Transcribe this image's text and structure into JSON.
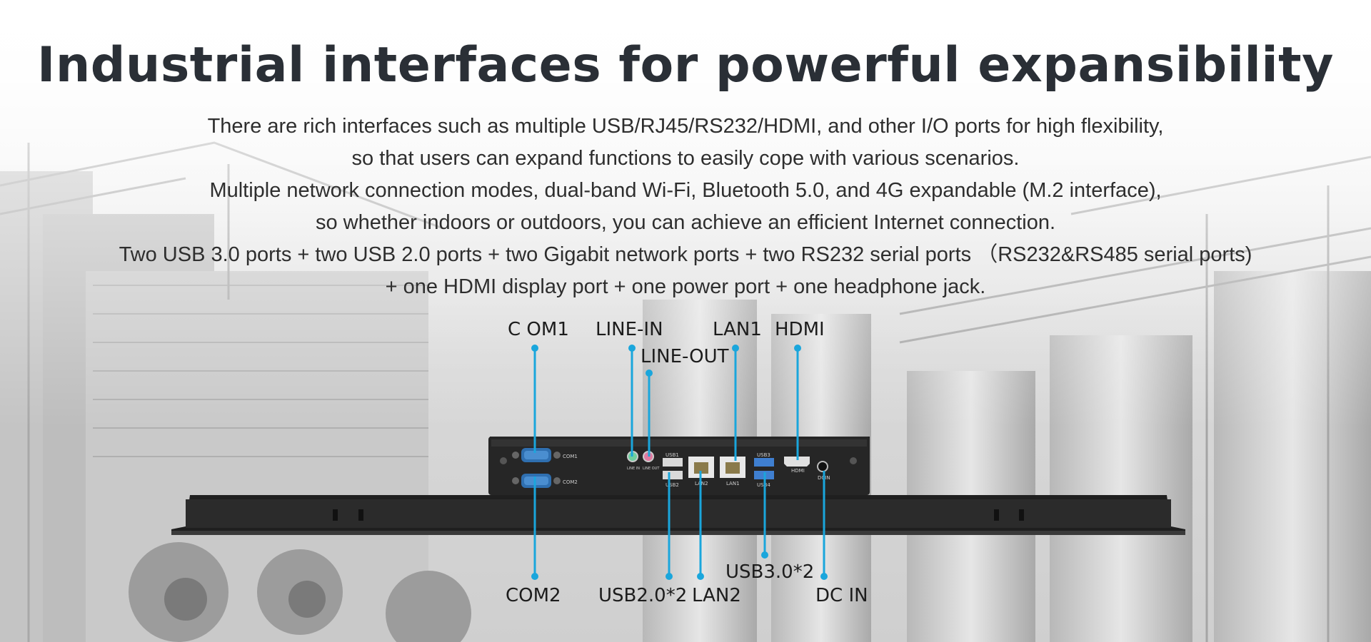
{
  "title": "Industrial interfaces for powerful expansibility",
  "description": [
    "There are rich interfaces such as multiple USB/RJ45/RS232/HDMI, and other I/O ports for high flexibility,",
    "so that users can expand functions to easily cope with various scenarios.",
    "Multiple network connection modes, dual-band Wi-Fi, Bluetooth 5.0, and 4G expandable (M.2 interface),",
    "so whether indoors or outdoors, you can achieve an efficient Internet connection.",
    "Two USB 3.0 ports + two USB 2.0 ports + two Gigabit network ports + two RS232 serial ports （RS232&RS485 serial ports)",
    "+ one HDMI display port + one power port + one headphone jack."
  ],
  "callout_color": "#1aa6dc",
  "labels": {
    "com1": "C OM1",
    "line_in": "LINE-IN",
    "line_out": "LINE-OUT",
    "lan1": "LAN1",
    "hdmi": "HDMI",
    "com2": "COM2",
    "usb20": "USB2.0*2",
    "lan2": "LAN2",
    "usb30": "USB3.0*2",
    "dc_in": "DC IN"
  },
  "panel_marks": {
    "com1": "COM1",
    "com2": "COM2",
    "line_in": "LINE IN",
    "line_out": "LINE OUT",
    "usb1": "USB1",
    "usb2": "USB2",
    "lan2": "LAN2",
    "lan1": "LAN1",
    "usb3": "USB3",
    "usb4": "USB4",
    "hdmi": "HDMI",
    "dcin": "DCIN"
  }
}
